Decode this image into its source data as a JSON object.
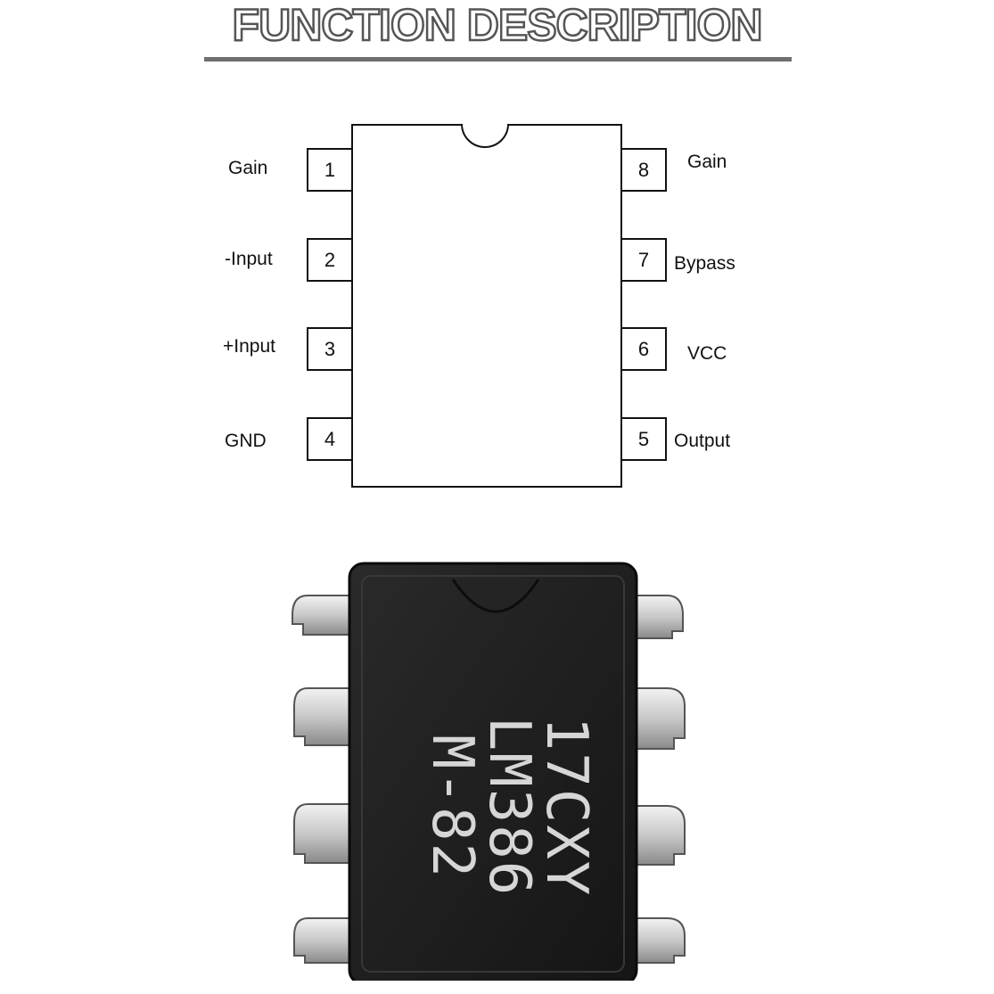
{
  "title": "FUNCTION DESCRIPTION",
  "pins": {
    "left": [
      {
        "number": "1",
        "label": "Gain"
      },
      {
        "number": "2",
        "label": "-Input"
      },
      {
        "number": "3",
        "label": "+Input"
      },
      {
        "number": "4",
        "label": "GND"
      }
    ],
    "right": [
      {
        "number": "8",
        "label": "Gain"
      },
      {
        "number": "7",
        "label": "Bypass"
      },
      {
        "number": "6",
        "label": "VCC"
      },
      {
        "number": "5",
        "label": "Output"
      }
    ]
  },
  "chip_marking": [
    "17CXY",
    "LM386",
    "M-82"
  ]
}
